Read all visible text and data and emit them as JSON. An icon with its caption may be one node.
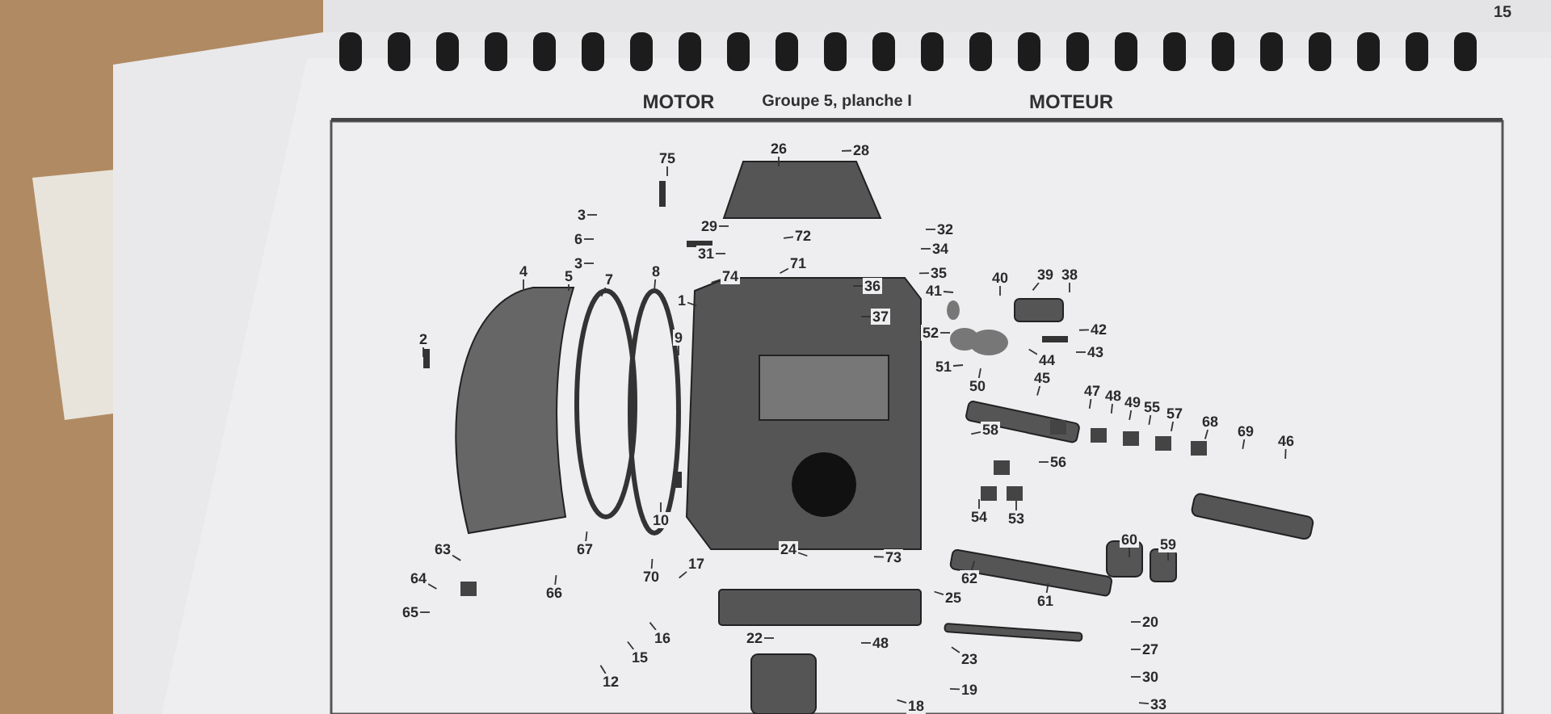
{
  "diagram": {
    "nodes": [
      {
        "text": [
          "26"
        ]
      },
      {
        "text": [
          "28"
        ]
      },
      {
        "text": [
          "75"
        ]
      },
      {
        "text": [
          "3"
        ]
      },
      {
        "text": [
          "6"
        ]
      },
      {
        "text": [
          "3"
        ]
      },
      {
        "text": [
          "29"
        ]
      },
      {
        "text": [
          "31"
        ]
      },
      {
        "text": [
          "72"
        ]
      },
      {
        "text": [
          "32"
        ]
      },
      {
        "text": [
          "34"
        ]
      },
      {
        "text": [
          "74"
        ]
      },
      {
        "text": [
          "71"
        ]
      },
      {
        "text": [
          "35"
        ]
      },
      {
        "text": [
          "36"
        ]
      },
      {
        "text": [
          "37"
        ]
      },
      {
        "text": [
          "4"
        ]
      },
      {
        "text": [
          "5"
        ]
      },
      {
        "text": [
          "7"
        ]
      },
      {
        "text": [
          "8"
        ]
      },
      {
        "text": [
          "1"
        ]
      },
      {
        "text": [
          "40"
        ]
      },
      {
        "text": [
          "39"
        ]
      },
      {
        "text": [
          "38"
        ]
      },
      {
        "text": [
          "41"
        ]
      },
      {
        "text": [
          "42"
        ]
      },
      {
        "text": [
          "2"
        ]
      },
      {
        "text": [
          "9"
        ]
      },
      {
        "text": [
          "52"
        ]
      },
      {
        "text": [
          "51"
        ]
      },
      {
        "text": [
          "44"
        ]
      },
      {
        "text": [
          "43"
        ]
      },
      {
        "text": [
          "50"
        ]
      },
      {
        "text": [
          "45"
        ]
      },
      {
        "text": [
          "47"
        ]
      },
      {
        "text": [
          "48"
        ]
      },
      {
        "text": [
          "49"
        ]
      },
      {
        "text": [
          "55"
        ]
      },
      {
        "text": [
          "57"
        ]
      },
      {
        "text": [
          "68"
        ]
      },
      {
        "text": [
          "69"
        ]
      },
      {
        "text": [
          "46"
        ]
      },
      {
        "text": [
          "58"
        ]
      },
      {
        "text": [
          "56"
        ]
      },
      {
        "text": [
          "54"
        ]
      },
      {
        "text": [
          "53"
        ]
      },
      {
        "text": [
          "10"
        ]
      },
      {
        "text": [
          "67"
        ]
      },
      {
        "text": [
          "63"
        ]
      },
      {
        "text": [
          "60"
        ]
      },
      {
        "text": [
          "59"
        ]
      },
      {
        "text": [
          "24"
        ]
      },
      {
        "text": [
          "73"
        ]
      },
      {
        "text": [
          "17"
        ]
      },
      {
        "text": [
          "70"
        ]
      },
      {
        "text": [
          "64"
        ]
      },
      {
        "text": [
          "66"
        ]
      },
      {
        "text": [
          "62"
        ]
      },
      {
        "text": [
          "61"
        ]
      },
      {
        "text": [
          "25"
        ]
      },
      {
        "text": [
          "65"
        ]
      },
      {
        "text": [
          "20"
        ]
      },
      {
        "text": [
          "16"
        ]
      },
      {
        "text": [
          "22"
        ]
      },
      {
        "text": [
          "48"
        ]
      },
      {
        "text": [
          "27"
        ]
      },
      {
        "text": [
          "15"
        ]
      },
      {
        "text": [
          "23"
        ]
      },
      {
        "text": [
          "30"
        ]
      },
      {
        "text": [
          "12"
        ]
      },
      {
        "text": [
          "19"
        ]
      },
      {
        "text": [
          "33"
        ]
      },
      {
        "text": [
          "18"
        ]
      }
    ],
    "edges": [
      {
        "from": 0,
        "to": null,
        "arrow": "none"
      },
      {
        "from": 1,
        "to": null,
        "arrow": "none"
      },
      {
        "from": 2,
        "to": null,
        "arrow": "none"
      },
      {
        "from": 3,
        "to": null,
        "arrow": "none"
      },
      {
        "from": 4,
        "to": null,
        "arrow": "none"
      },
      {
        "from": 5,
        "to": null,
        "arrow": "none"
      },
      {
        "from": 6,
        "to": null,
        "arrow": "none"
      },
      {
        "from": 7,
        "to": null,
        "arrow": "none"
      },
      {
        "from": 8,
        "to": null,
        "arrow": "none"
      },
      {
        "from": 9,
        "to": null,
        "arrow": "none"
      },
      {
        "from": 10,
        "to": null,
        "arrow": "none"
      },
      {
        "from": 11,
        "to": null,
        "arrow": "none"
      },
      {
        "from": 12,
        "to": null,
        "arrow": "none"
      },
      {
        "from": 13,
        "to": null,
        "arrow": "none"
      },
      {
        "from": 14,
        "to": null,
        "arrow": "none"
      },
      {
        "from": 15,
        "to": null,
        "arrow": "none"
      },
      {
        "from": 16,
        "to": null,
        "arrow": "none"
      },
      {
        "from": 17,
        "to": null,
        "arrow": "none"
      },
      {
        "from": 18,
        "to": null,
        "arrow": "none"
      },
      {
        "from": 19,
        "to": null,
        "arrow": "none"
      },
      {
        "from": 20,
        "to": null,
        "arrow": "none"
      },
      {
        "from": 21,
        "to": null,
        "arrow": "none"
      },
      {
        "from": 22,
        "to": null,
        "arrow": "none"
      },
      {
        "from": 23,
        "to": null,
        "arrow": "none"
      },
      {
        "from": 24,
        "to": null,
        "arrow": "none"
      },
      {
        "from": 25,
        "to": null,
        "arrow": "none"
      },
      {
        "from": 26,
        "to": null,
        "arrow": "none"
      },
      {
        "from": 27,
        "to": null,
        "arrow": "none"
      },
      {
        "from": 28,
        "to": null,
        "arrow": "none"
      },
      {
        "from": 29,
        "to": null,
        "arrow": "none"
      },
      {
        "from": 30,
        "to": null,
        "arrow": "none"
      },
      {
        "from": 31,
        "to": null,
        "arrow": "none"
      },
      {
        "from": 32,
        "to": null,
        "arrow": "none"
      },
      {
        "from": 33,
        "to": null,
        "arrow": "none"
      },
      {
        "from": 34,
        "to": null,
        "arrow": "none"
      },
      {
        "from": 35,
        "to": null,
        "arrow": "none"
      },
      {
        "from": 36,
        "to": null,
        "arrow": "none"
      },
      {
        "from": 37,
        "to": null,
        "arrow": "none"
      },
      {
        "from": 38,
        "to": null,
        "arrow": "none"
      },
      {
        "from": 39,
        "to": null,
        "arrow": "none"
      },
      {
        "from": 40,
        "to": null,
        "arrow": "none"
      },
      {
        "from": 41,
        "to": null,
        "arrow": "none"
      },
      {
        "from": 42,
        "to": null,
        "arrow": "none"
      },
      {
        "from": 43,
        "to": null,
        "arrow": "none"
      },
      {
        "from": 44,
        "to": null,
        "arrow": "none"
      },
      {
        "from": 45,
        "to": null,
        "arrow": "none"
      },
      {
        "from": 46,
        "to": null,
        "arrow": "none"
      },
      {
        "from": 47,
        "to": null,
        "arrow": "none"
      },
      {
        "from": 48,
        "to": null,
        "arrow": "none"
      },
      {
        "from": 49,
        "to": null,
        "arrow": "none"
      },
      {
        "from": 50,
        "to": null,
        "arrow": "none"
      },
      {
        "from": 51,
        "to": null,
        "arrow": "none"
      },
      {
        "from": 52,
        "to": null,
        "arrow": "none"
      },
      {
        "from": 53,
        "to": null,
        "arrow": "none"
      },
      {
        "from": 54,
        "to": null,
        "arrow": "none"
      },
      {
        "from": 55,
        "to": null,
        "arrow": "none"
      },
      {
        "from": 56,
        "to": null,
        "arrow": "none"
      },
      {
        "from": 57,
        "to": null,
        "arrow": "none"
      },
      {
        "from": 58,
        "to": null,
        "arrow": "none"
      },
      {
        "from": 59,
        "to": null,
        "arrow": "none"
      },
      {
        "from": 60,
        "to": null,
        "arrow": "none"
      },
      {
        "from": 61,
        "to": null,
        "arrow": "none"
      },
      {
        "from": 62,
        "to": null,
        "arrow": "none"
      },
      {
        "from": 63,
        "to": null,
        "arrow": "none"
      },
      {
        "from": 64,
        "to": null,
        "arrow": "none"
      },
      {
        "from": 65,
        "to": null,
        "arrow": "none"
      },
      {
        "from": 66,
        "to": null,
        "arrow": "none"
      },
      {
        "from": 67,
        "to": null,
        "arrow": "none"
      },
      {
        "from": 68,
        "to": null,
        "arrow": "none"
      },
      {
        "from": 69,
        "to": null,
        "arrow": "none"
      },
      {
        "from": 70,
        "to": null,
        "arrow": "none"
      },
      {
        "from": 71,
        "to": null,
        "arrow": "none"
      },
      {
        "from": 72,
        "to": null,
        "arrow": "none"
      }
    ],
    "labels": [
      "15",
      "MOTOR",
      "Groupe 5, planche I",
      "MOTEUR"
    ]
  }
}
